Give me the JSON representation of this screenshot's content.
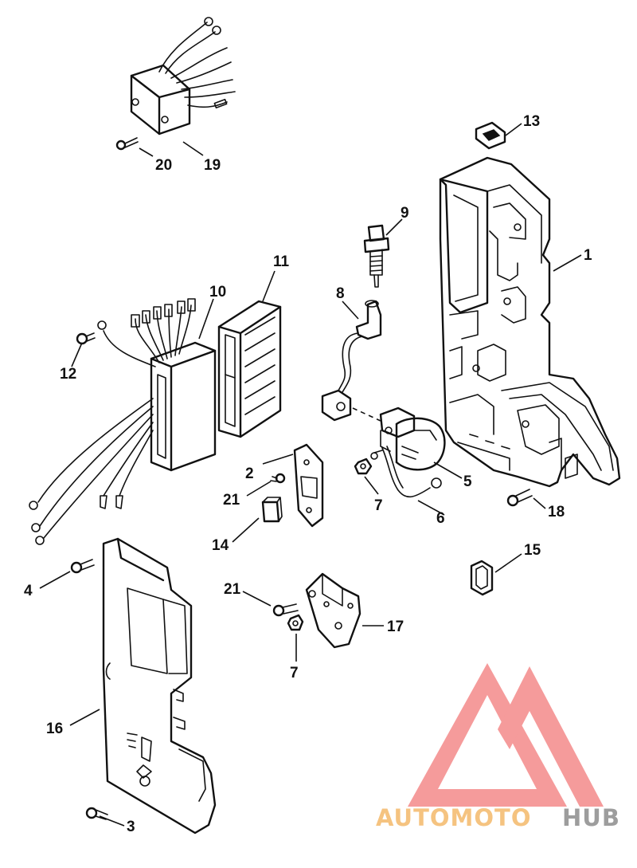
{
  "diagram": {
    "callouts": {
      "c1": "1",
      "c2": "2",
      "c3": "3",
      "c4": "4",
      "c5": "5",
      "c6": "6",
      "c7a": "7",
      "c7b": "7",
      "c8": "8",
      "c9": "9",
      "c10": "10",
      "c11": "11",
      "c12": "12",
      "c13": "13",
      "c14": "14",
      "c15": "15",
      "c16": "16",
      "c17": "17",
      "c18": "18",
      "c19": "19",
      "c20": "20",
      "c21a": "21",
      "c21b": "21"
    },
    "colors": {
      "line": "#111111",
      "background": "#ffffff"
    }
  },
  "watermark": {
    "part1": "AUTOMOTO",
    "part2": "HUB",
    "colors": {
      "triangle": "#f48a8a",
      "part1": "#f4b96a",
      "part2": "#8c8c8c"
    }
  }
}
